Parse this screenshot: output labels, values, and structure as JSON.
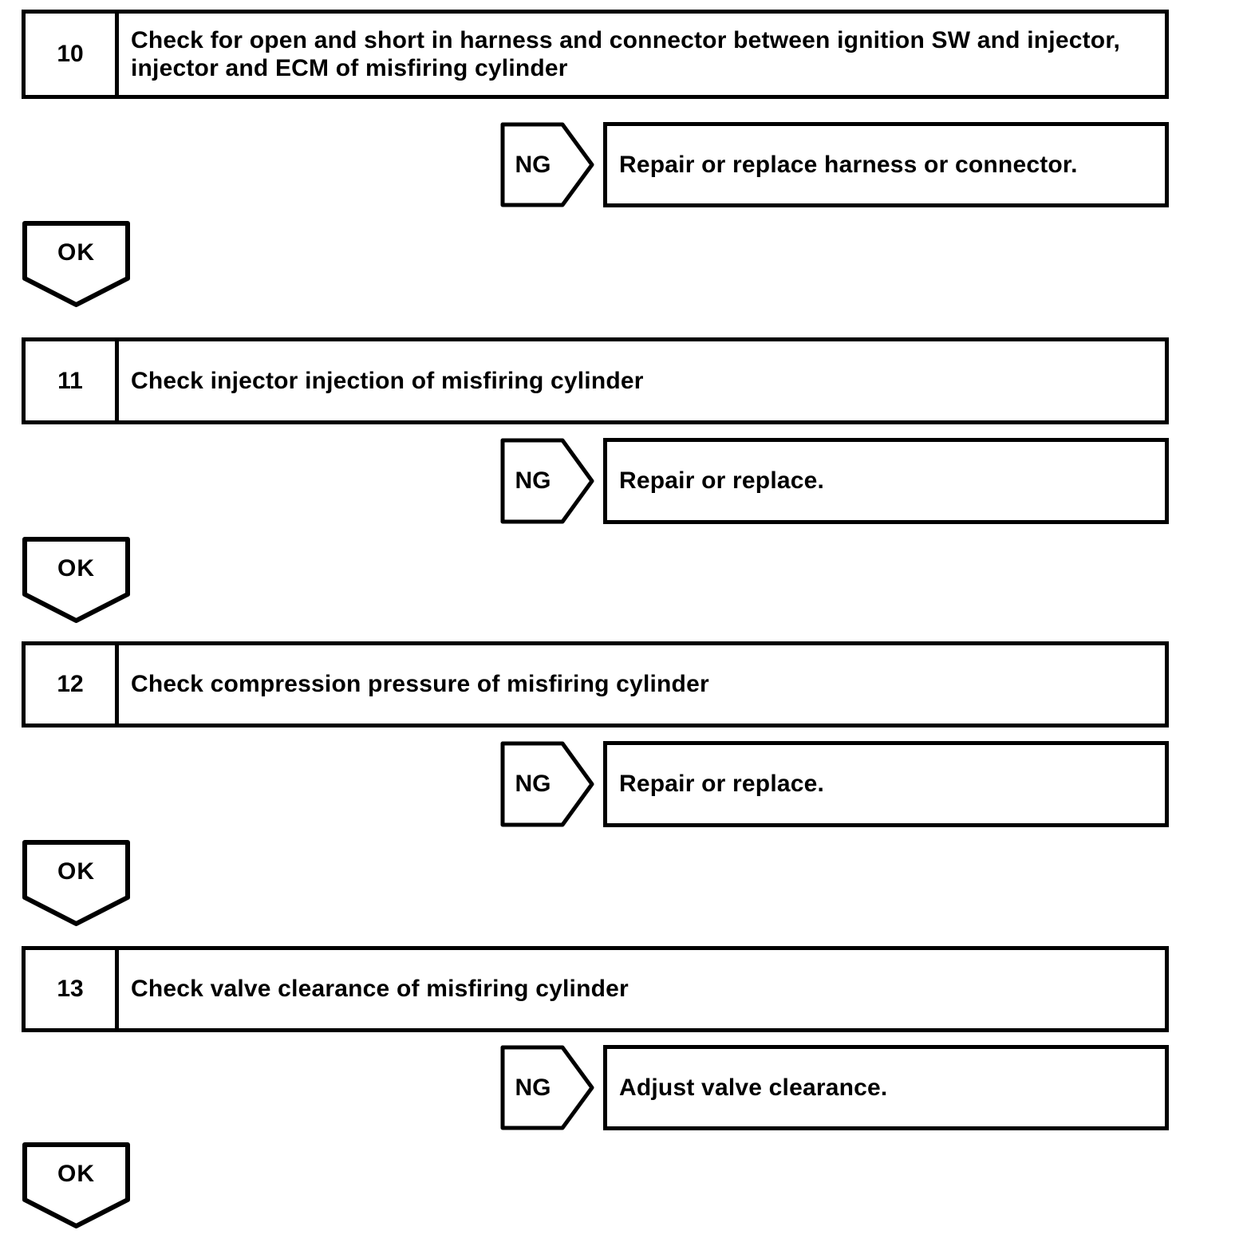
{
  "flowchart": {
    "ok_label": "OK",
    "ng_label": "NG",
    "colors": {
      "line": "#000000",
      "background": "#ffffff"
    },
    "steps": [
      {
        "number": "10",
        "title": "Check for open and short in harness and connector between ignition SW and injector, injector and ECM of misfiring cylinder",
        "ng_action": "Repair or replace harness or connector."
      },
      {
        "number": "11",
        "title": "Check injector injection of misfiring cylinder",
        "ng_action": "Repair or replace."
      },
      {
        "number": "12",
        "title": "Check compression pressure of misfiring cylinder",
        "ng_action": "Repair or replace."
      },
      {
        "number": "13",
        "title": "Check valve clearance of misfiring cylinder",
        "ng_action": "Adjust valve clearance."
      }
    ]
  }
}
